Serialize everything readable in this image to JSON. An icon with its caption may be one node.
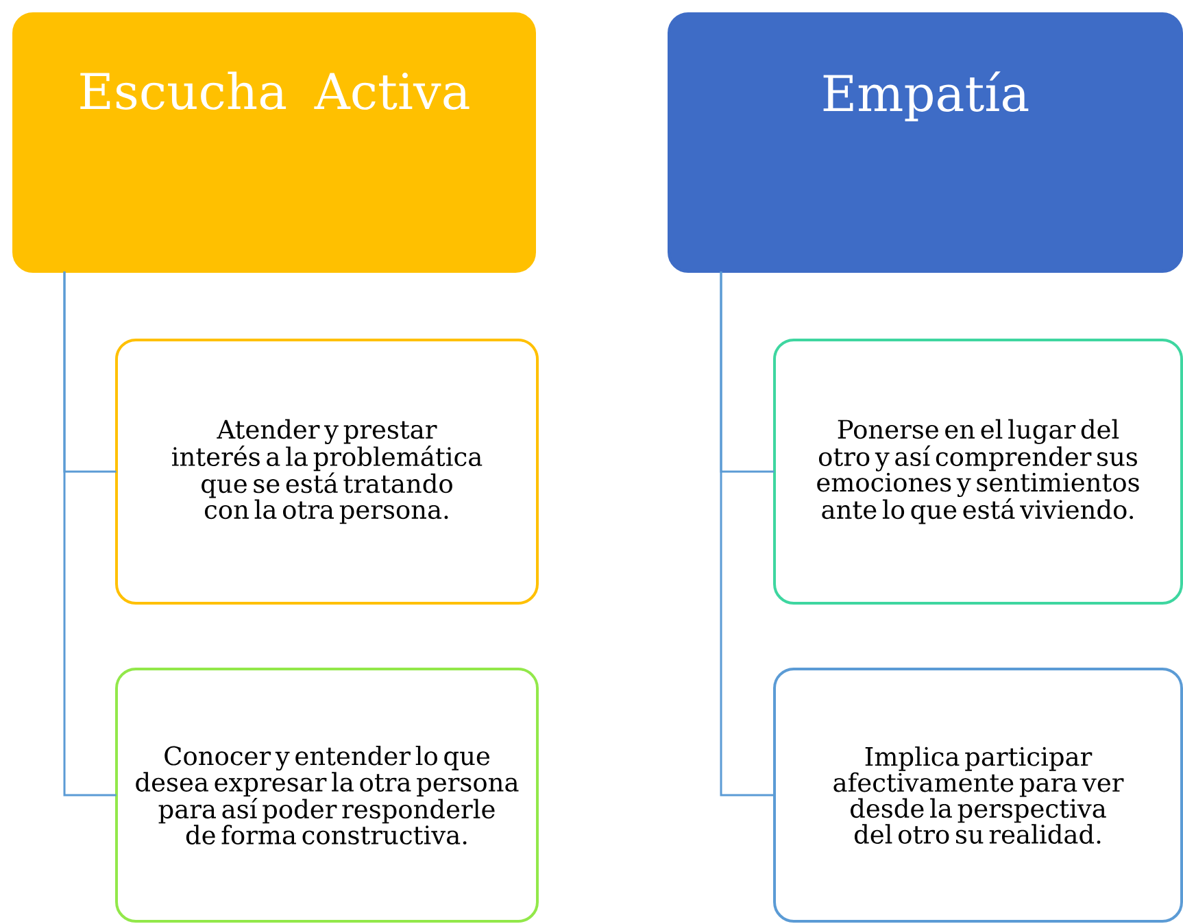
{
  "diagram": {
    "nodes": [
      {
        "text": [
          "Escucha Activa"
        ]
      },
      {
        "text": [
          "Atender y prestar interés a la problemática que se está tratando con la otra persona."
        ]
      },
      {
        "text": [
          "Conocer y entender lo que desea expresar la otra persona para así poder responderle de forma constructiva."
        ]
      },
      {
        "text": [
          "Empatía"
        ]
      },
      {
        "text": [
          "Ponerse en el lugar del otro y así comprender sus emociones y sentimientos ante lo que está viviendo."
        ]
      },
      {
        "text": [
          "Implica participar afectivamente para ver desde la perspectiva del otro su realidad."
        ]
      }
    ],
    "edges": [
      {
        "from": 0,
        "to": 1,
        "arrow": "none"
      },
      {
        "from": 0,
        "to": 2,
        "arrow": "none"
      },
      {
        "from": 3,
        "to": 4,
        "arrow": "none"
      },
      {
        "from": 3,
        "to": 5,
        "arrow": "none"
      }
    ]
  }
}
